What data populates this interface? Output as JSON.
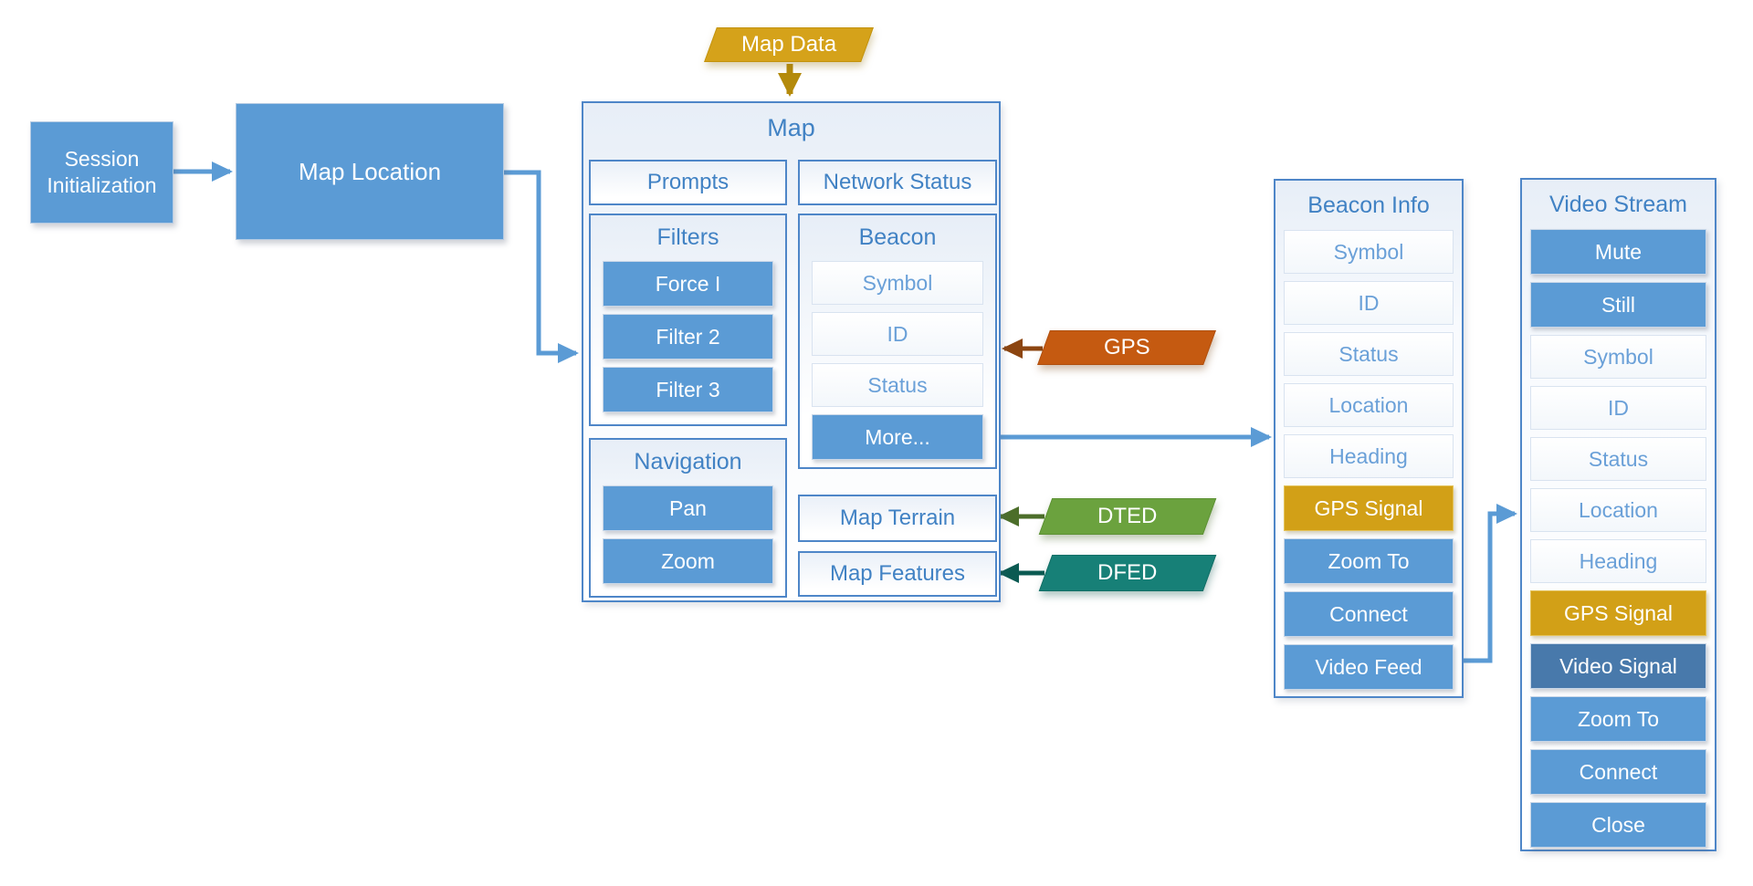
{
  "nodes": {
    "session_initialization": "Session Initialization",
    "map_location": "Map Location"
  },
  "inputs": {
    "map_data": "Map Data",
    "gps": "GPS",
    "dted": "DTED",
    "dfed": "DFED"
  },
  "map_panel": {
    "title": "Map",
    "prompts": "Prompts",
    "network_status": "Network Status",
    "filters": {
      "title": "Filters",
      "buttons": [
        "Force I",
        "Filter 2",
        "Filter 3"
      ]
    },
    "beacon": {
      "title": "Beacon",
      "fields": [
        "Symbol",
        "ID",
        "Status"
      ],
      "more": "More..."
    },
    "navigation": {
      "title": "Navigation",
      "buttons": [
        "Pan",
        "Zoom"
      ]
    },
    "map_terrain": "Map Terrain",
    "map_features": "Map Features"
  },
  "beacon_info": {
    "title": "Beacon Info",
    "fields": [
      "Symbol",
      "ID",
      "Status",
      "Location",
      "Heading"
    ],
    "gps_signal": "GPS Signal",
    "buttons": [
      "Zoom To",
      "Connect",
      "Video Feed"
    ]
  },
  "video_stream": {
    "title": "Video Stream",
    "top_buttons": [
      "Mute",
      "Still"
    ],
    "fields": [
      "Symbol",
      "ID",
      "Status",
      "Location",
      "Heading"
    ],
    "gps_signal": "GPS Signal",
    "video_signal": "Video Signal",
    "buttons": [
      "Zoom To",
      "Connect",
      "Close"
    ]
  },
  "colors": {
    "accent_blue": "#5B9BD5",
    "video_signal_blue": "#4879AB",
    "accent_gold": "#D2A017",
    "accent_orange": "#C55A11",
    "accent_green": "#6BA23E",
    "accent_teal": "#178077",
    "border_blue": "#4E86C8"
  }
}
